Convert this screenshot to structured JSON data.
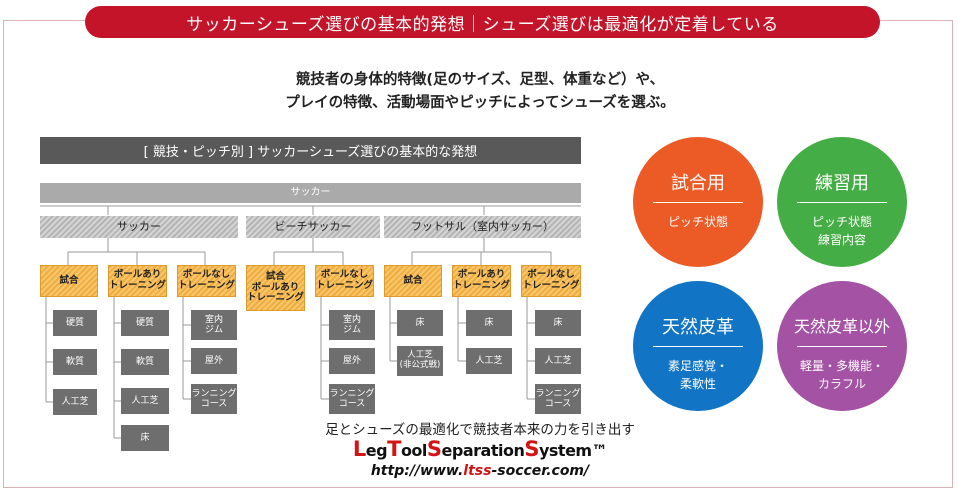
{
  "header": {
    "banner": "サッカーシューズ選びの基本的発想｜シューズ選びは最適化が定着している"
  },
  "lead": {
    "line1": "競技者の身体的特徴(足のサイズ、足型、体重など）や、",
    "line2": "プレイの特徴、活動場面やピッチによってシューズを選ぶ。"
  },
  "diagram": {
    "title": "[ 競技・ピッチ別 ] サッカーシューズ選びの基本的な発想",
    "root": "サッカー",
    "categories": [
      "サッカー",
      "ビーチサッカー",
      "フットサル（室内サッカー）"
    ],
    "groups": [
      {
        "label": "試合",
        "items": [
          "硬質",
          "軟質",
          "人工芝"
        ]
      },
      {
        "label": "ボールあり\nトレーニング",
        "items": [
          "硬質",
          "軟質",
          "人工芝",
          "床"
        ]
      },
      {
        "label": "ボールなし\nトレーニング",
        "items": [
          "室内\nジム",
          "屋外",
          "ランニング\nコース"
        ]
      },
      {
        "label": "試合\nボールあり\nトレーニング",
        "items": []
      },
      {
        "label": "ボールなし\nトレーニング",
        "items": [
          "室内\nジム",
          "屋外",
          "ランニング\nコース"
        ]
      },
      {
        "label": "試合",
        "items": [
          "床",
          "人工芝\n(非公式戦)"
        ]
      },
      {
        "label": "ボールあり\nトレーニング",
        "items": [
          "床",
          "人工芝"
        ]
      },
      {
        "label": "ボールなし\nトレーニング",
        "items": [
          "床",
          "人工芝",
          "ランニング\nコース"
        ]
      }
    ]
  },
  "circles": [
    {
      "title": "試合用",
      "sub": "ピッチ状態",
      "color": "#ec5a26"
    },
    {
      "title": "練習用",
      "sub": "ピッチ状態\n練習内容",
      "color": "#45ad45"
    },
    {
      "title": "天然皮革",
      "sub": "素足感覚・\n柔軟性",
      "color": "#1174c4"
    },
    {
      "title": "天然皮革以外",
      "sub": "軽量・多機能・\nカラフル",
      "color": "#a452a4"
    }
  ],
  "footer": {
    "tagline": "足とシューズの最適化で競技者本来の力を引き出す",
    "brand_parts": [
      "L",
      "eg",
      "T",
      "ool",
      "S",
      "eparation",
      "S",
      "ystem",
      "™"
    ],
    "url_prefix": "http://www.",
    "url_highlight": "ltss",
    "url_suffix": "-soccer.com/"
  }
}
